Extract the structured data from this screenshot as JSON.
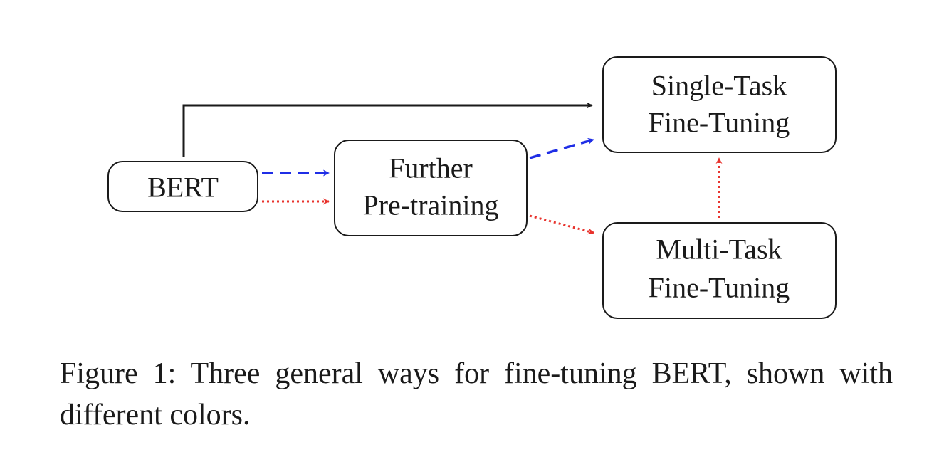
{
  "nodes": {
    "bert": {
      "label": "BERT"
    },
    "further": {
      "line1": "Further",
      "line2": "Pre-training"
    },
    "single": {
      "line1": "Single-Task",
      "line2": "Fine-Tuning"
    },
    "multi": {
      "line1": "Multi-Task",
      "line2": "Fine-Tuning"
    }
  },
  "edge_colors": {
    "direct": "#1a1a1a",
    "blue_path": "#1f2ee6",
    "red_path": "#e8332d"
  },
  "caption": "Figure 1: Three general ways for fine-tuning BERT, shown with different colors."
}
